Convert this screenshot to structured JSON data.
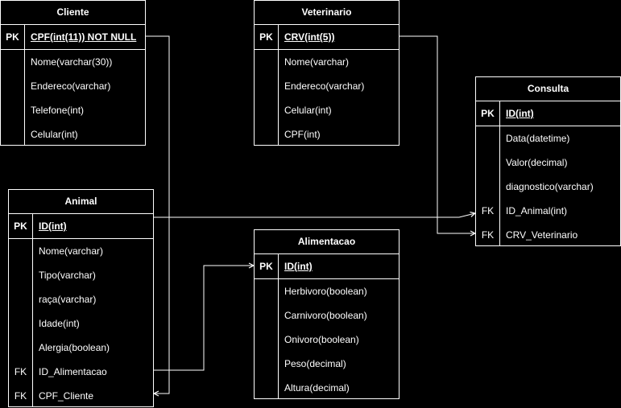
{
  "entities": {
    "cliente": {
      "name": "Cliente",
      "rows": [
        {
          "key": "PK",
          "field": "CPF(int(11)) NOT NULL"
        },
        {
          "key": "",
          "field": "Nome(varchar(30))"
        },
        {
          "key": "",
          "field": "Endereco(varchar)"
        },
        {
          "key": "",
          "field": "Telefone(int)"
        },
        {
          "key": "",
          "field": "Celular(int)"
        }
      ]
    },
    "veterinario": {
      "name": "Veterinario",
      "rows": [
        {
          "key": "PK",
          "field": "CRV(int(5))"
        },
        {
          "key": "",
          "field": "Nome(varchar)"
        },
        {
          "key": "",
          "field": "Endereco(varchar)"
        },
        {
          "key": "",
          "field": "Celular(int)"
        },
        {
          "key": "",
          "field": "CPF(int)"
        }
      ]
    },
    "consulta": {
      "name": "Consulta",
      "rows": [
        {
          "key": "PK",
          "field": "ID(int)"
        },
        {
          "key": "",
          "field": "Data(datetime)"
        },
        {
          "key": "",
          "field": "Valor(decimal)"
        },
        {
          "key": "",
          "field": "diagnostico(varchar)"
        },
        {
          "key": "FK",
          "field": "ID_Animal(int)"
        },
        {
          "key": "FK",
          "field": "CRV_Veterinario"
        }
      ]
    },
    "animal": {
      "name": "Animal",
      "rows": [
        {
          "key": "PK",
          "field": "ID(int)"
        },
        {
          "key": "",
          "field": "Nome(varchar)"
        },
        {
          "key": "",
          "field": "Tipo(varchar)"
        },
        {
          "key": "",
          "field": "raça(varchar)"
        },
        {
          "key": "",
          "field": "Idade(int)"
        },
        {
          "key": "",
          "field": "Alergia(boolean)"
        },
        {
          "key": "FK",
          "field": "ID_Alimentacao"
        },
        {
          "key": "FK",
          "field": "CPF_Cliente"
        }
      ]
    },
    "alimentacao": {
      "name": "Alimentacao",
      "rows": [
        {
          "key": "PK",
          "field": "ID(int)"
        },
        {
          "key": "",
          "field": "Herbivoro(boolean)"
        },
        {
          "key": "",
          "field": "Carnivoro(boolean)"
        },
        {
          "key": "",
          "field": "Onivoro(boolean)"
        },
        {
          "key": "",
          "field": "Peso(decimal)"
        },
        {
          "key": "",
          "field": "Altura(decimal)"
        }
      ]
    }
  },
  "colors": {
    "background": "#000000",
    "stroke": "#ffffff"
  }
}
